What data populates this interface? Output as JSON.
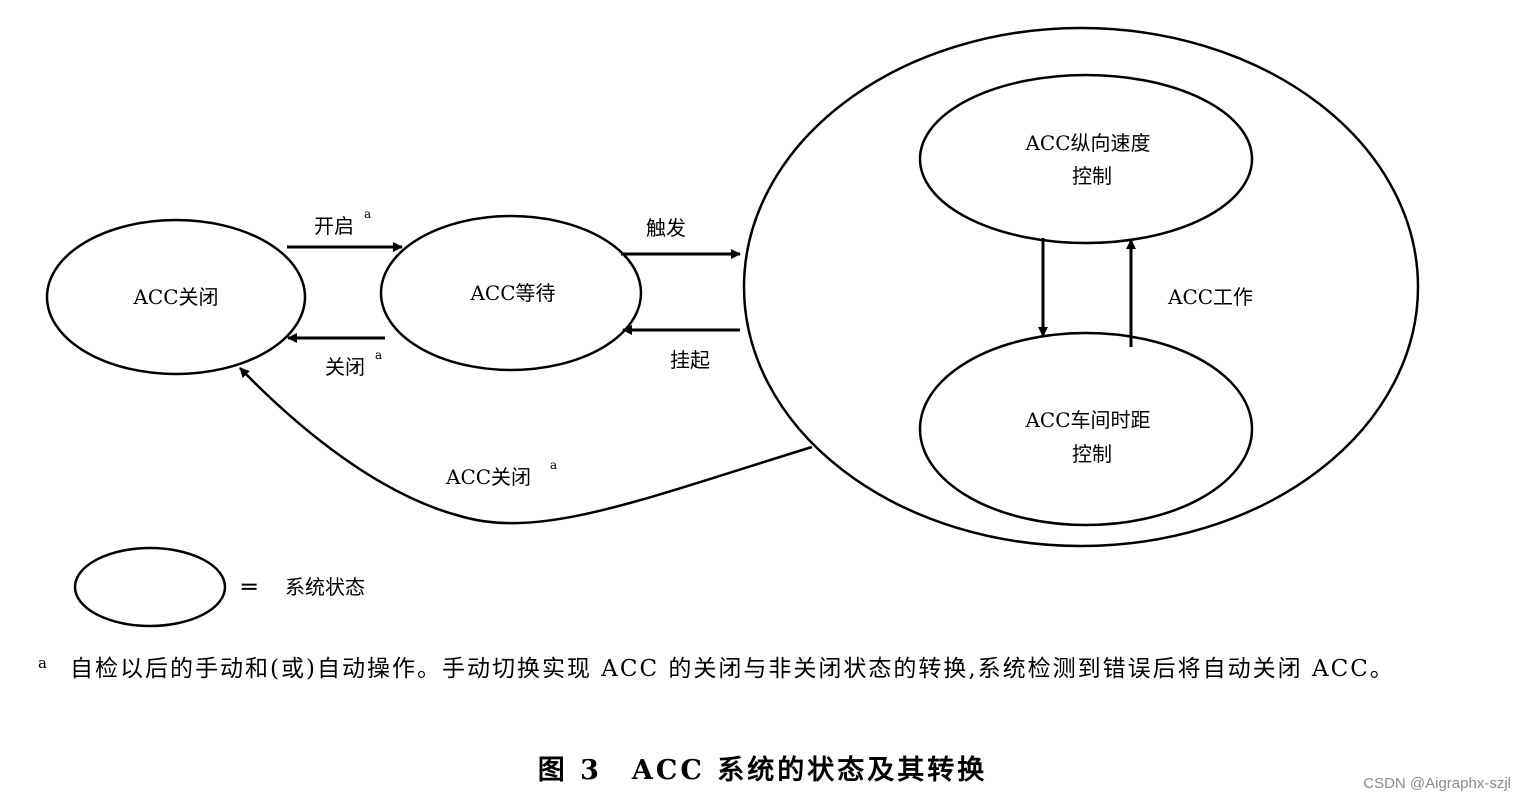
{
  "states": {
    "acc_off": "ACC关闭",
    "acc_standby": "ACC等待",
    "acc_longitudinal_line1": "ACC纵向速度",
    "acc_longitudinal_line2": "控制",
    "acc_gap_line1": "ACC车间时距",
    "acc_gap_line2": "控制"
  },
  "transitions": {
    "turn_on": "开启",
    "turn_on_mark": "a",
    "turn_off": "关闭",
    "turn_off_mark": "a",
    "trigger": "触发",
    "suspend": "挂起",
    "acc_off_from_active": "ACC关闭",
    "acc_off_from_active_mark": "a",
    "acc_working": "ACC工作"
  },
  "legend": {
    "equals": "═",
    "label": "系统状态"
  },
  "footnote": {
    "mark": "a",
    "text": "自检以后的手动和(或)自动操作。手动切换实现 ACC 的关闭与非关闭状态的转换,系统检测到错误后将自动关闭 ACC。"
  },
  "caption": "图 3　ACC 系统的状态及其转换",
  "watermark": "CSDN @Aigraphx-szjl"
}
